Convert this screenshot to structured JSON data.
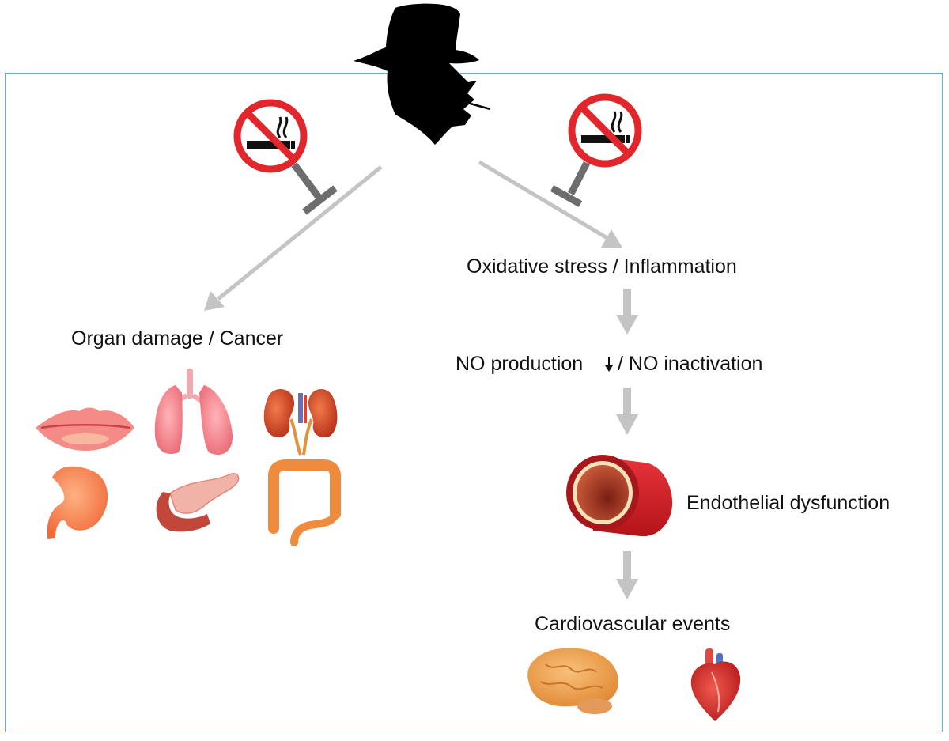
{
  "labels": {
    "organ_damage": "Organ damage / Cancer",
    "oxidative_stress": "Oxidative stress / Inflammation",
    "no_production": "NO production",
    "no_inactivation": "/ NO inactivation",
    "endothelial": "Endothelial dysfunction",
    "cardiovascular": "Cardiovascular events"
  },
  "icons": {
    "smoker": "smoker-silhouette-icon",
    "no_smoking": "no-smoking-icon",
    "organs": [
      "lips-icon",
      "lungs-icon",
      "kidneys-icon",
      "stomach-icon",
      "pancreas-icon",
      "colon-icon"
    ],
    "vessel": "blood-vessel-icon",
    "outcomes": [
      "brain-icon",
      "heart-icon"
    ],
    "down_arrow": "down-arrow-icon"
  },
  "colors": {
    "frame": "#55b6e4",
    "arrow": "#c4c4c4",
    "inhibit": "#6d6d6d",
    "sign_red": "#e1262c"
  }
}
